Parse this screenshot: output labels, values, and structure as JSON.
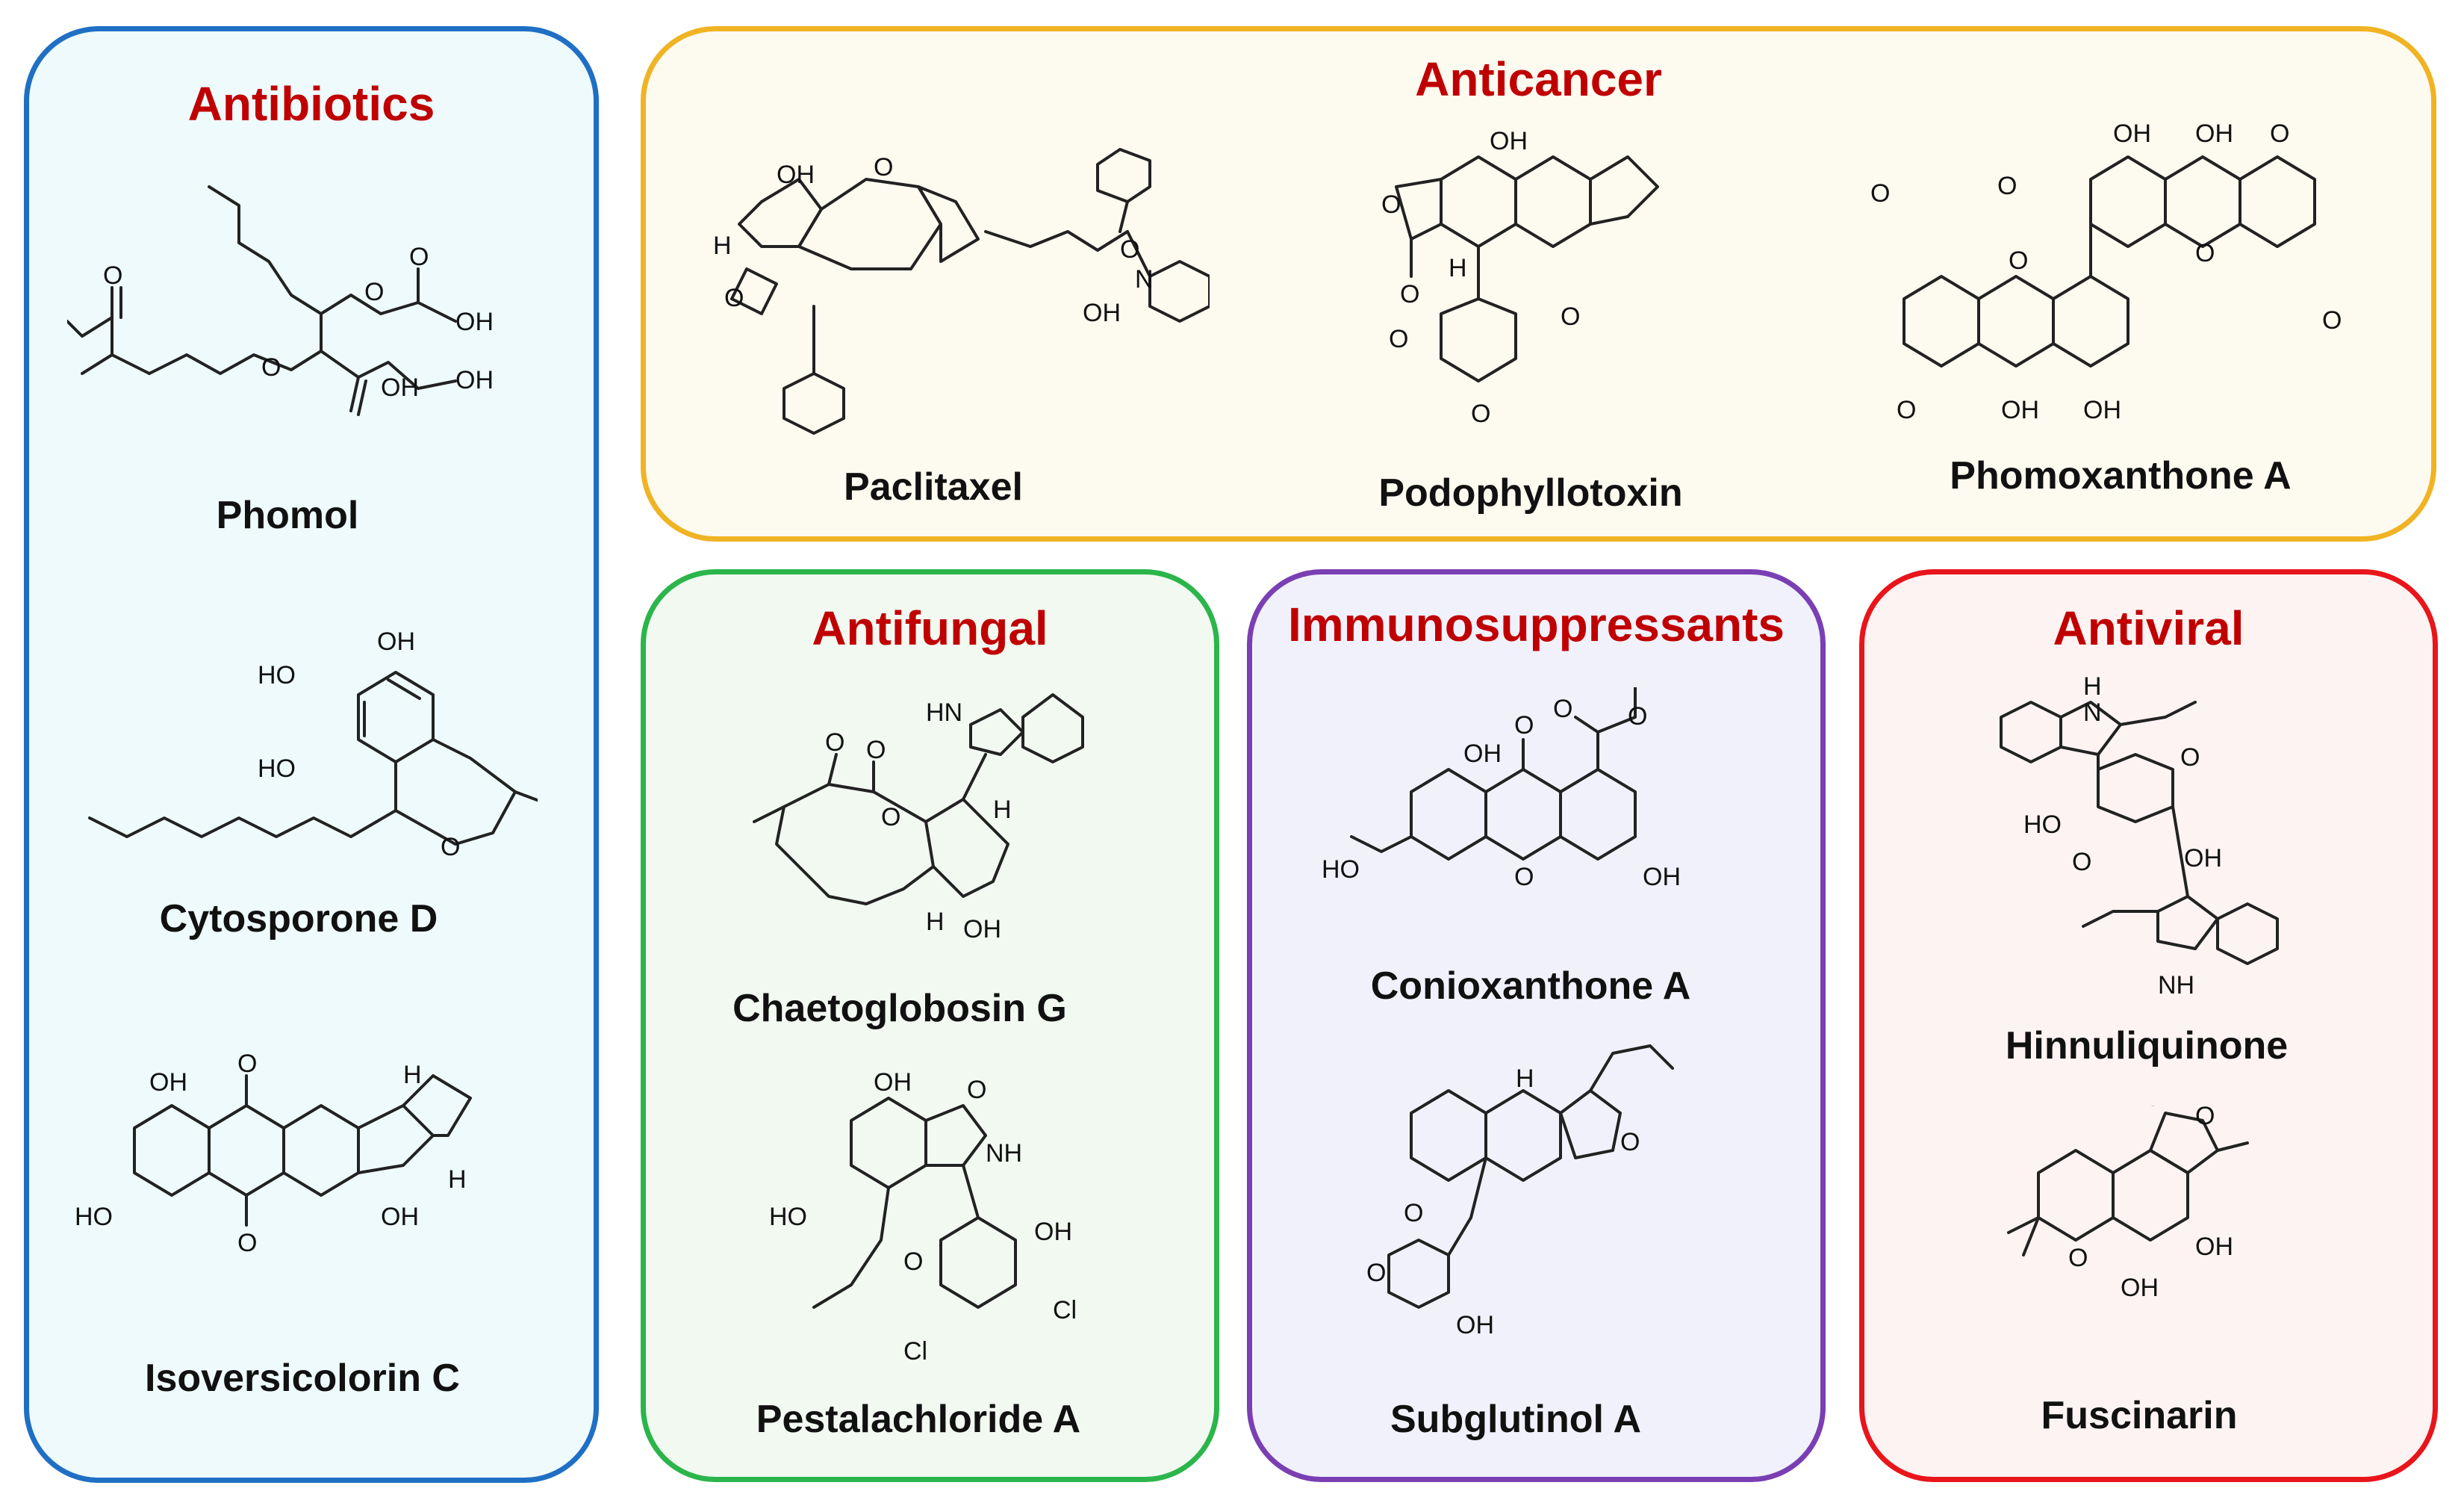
{
  "colors": {
    "title": "#c00000",
    "antibiotics_border": "#1f6fc4",
    "antibiotics_fill": "#eefafc",
    "anticancer_border": "#f0b323",
    "anticancer_fill": "#fdfaf0",
    "antifungal_border": "#2bb54b",
    "antifungal_fill": "#f1f9f1",
    "immuno_border": "#7a3fb3",
    "immuno_fill": "#f1f1fc",
    "antiviral_border": "#e8151b",
    "antiviral_fill": "#fdf3f3"
  },
  "panels": {
    "antibiotics": {
      "title": "Antibiotics",
      "compounds": [
        "Phomol",
        "Cytosporone  D",
        "Isoversicolorin  C"
      ]
    },
    "anticancer": {
      "title": "Anticancer",
      "compounds": [
        "Paclitaxel",
        "Podophyllotoxin",
        "Phomoxanthone  A"
      ]
    },
    "antifungal": {
      "title": "Antifungal",
      "compounds": [
        "Chaetoglobosin  G",
        "Pestalachloride  A"
      ]
    },
    "immuno": {
      "title": "Immunosuppressants",
      "compounds": [
        "Conioxanthone  A",
        "Subglutinol  A"
      ]
    },
    "antiviral": {
      "title": "Antiviral",
      "compounds": [
        "Hinnuliquinone",
        "Fuscinarin"
      ]
    }
  },
  "atom_labels": {
    "oh": "OH",
    "ho": "HO",
    "o": "O",
    "h": "H",
    "hn": "HN",
    "nh": "NH",
    "n": "N",
    "cl": "Cl"
  }
}
